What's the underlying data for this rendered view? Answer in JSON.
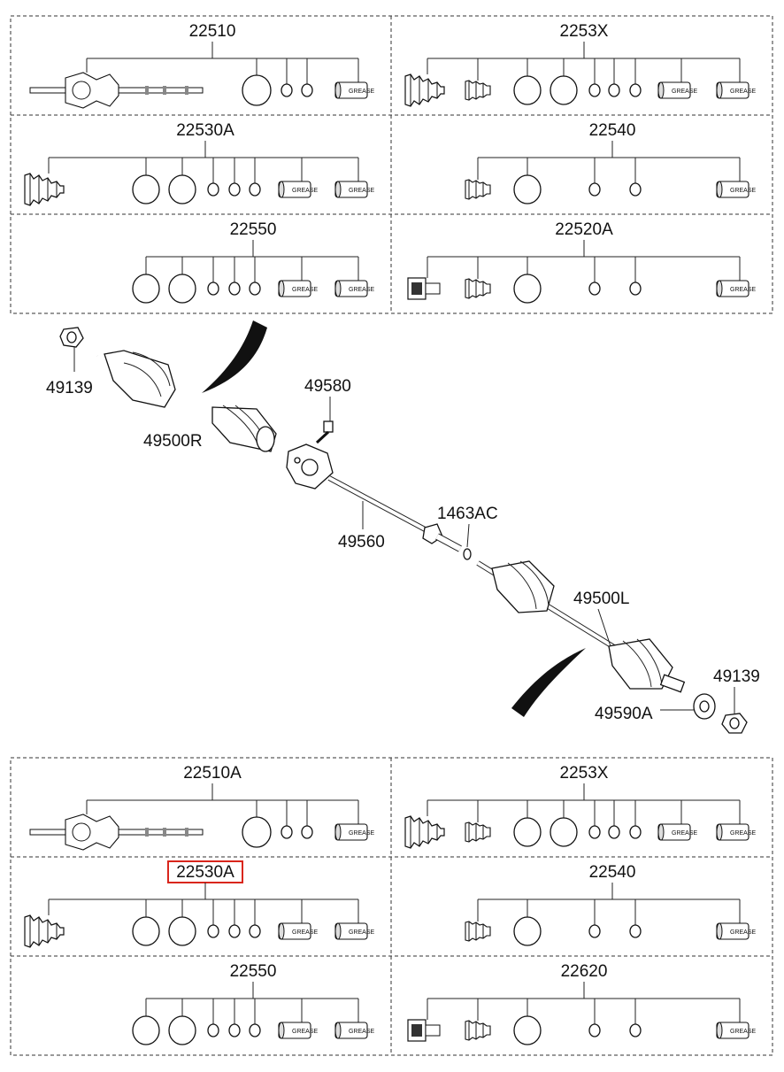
{
  "kits": [
    {
      "part": "22510",
      "highlighted": false
    },
    {
      "part": "2253X",
      "highlighted": false
    },
    {
      "part": "22530A",
      "highlighted": false
    },
    {
      "part": "22540",
      "highlighted": false
    },
    {
      "part": "22550",
      "highlighted": false
    },
    {
      "part": "22520A",
      "highlighted": false
    },
    {
      "part": "22510A",
      "highlighted": false
    },
    {
      "part": "2253X",
      "highlighted": false
    },
    {
      "part": "22530A",
      "highlighted": true
    },
    {
      "part": "22540",
      "highlighted": false
    },
    {
      "part": "22550",
      "highlighted": false
    },
    {
      "part": "22620",
      "highlighted": false
    }
  ],
  "grease_text": "GREASE",
  "callouts": {
    "nut_right": "49139",
    "shaft_right": "49500R",
    "bolt": "49580",
    "bearing_shaft": "49560",
    "circlip": "1463AC",
    "shaft_left": "49500L",
    "nut_left": "49139",
    "washer": "49590A"
  },
  "highlight_color": "#d9261c"
}
